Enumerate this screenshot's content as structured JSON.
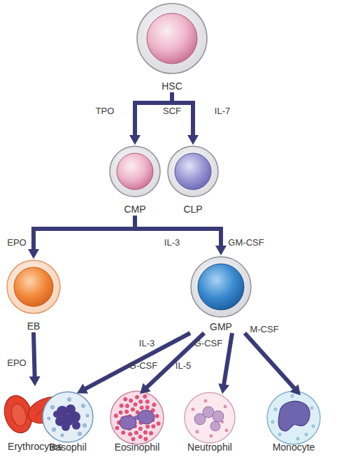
{
  "diagram": {
    "nodes": [
      {
        "text": [
          "HSC"
        ]
      },
      {
        "text": [
          "CMP"
        ]
      },
      {
        "text": [
          "CLP"
        ]
      },
      {
        "text": [
          "EB"
        ]
      },
      {
        "text": [
          "GMP"
        ]
      },
      {
        "text": [
          "Erythrocytes"
        ]
      },
      {
        "text": [
          "Basophil"
        ]
      },
      {
        "text": [
          "Eosinophil"
        ]
      },
      {
        "text": [
          "Neutrophil"
        ]
      },
      {
        "text": [
          "Monocyte"
        ]
      }
    ],
    "edges": [
      {
        "from": 0,
        "to": 1,
        "label": "TPO",
        "arrow": "to"
      },
      {
        "from": 0,
        "to": 2,
        "label": "IL-7",
        "arrow": "to"
      },
      {
        "from": 1,
        "to": 3,
        "label": "EPO",
        "arrow": "to"
      },
      {
        "from": 1,
        "to": 4,
        "label": "GM-CSF",
        "arrow": "to"
      },
      {
        "from": 3,
        "to": 5,
        "label": "EPO",
        "arrow": "to"
      },
      {
        "from": 4,
        "to": 6,
        "label": "IL-3",
        "arrow": "to"
      },
      {
        "from": 4,
        "to": 7,
        "label": "IL-5",
        "arrow": "to"
      },
      {
        "from": 4,
        "to": 8,
        "label": "G-CSF",
        "arrow": "to"
      },
      {
        "from": 4,
        "to": 9,
        "label": "M-CSF",
        "arrow": "to"
      }
    ],
    "labels": [
      "SCF",
      "IL-3",
      "G-CSF"
    ]
  }
}
